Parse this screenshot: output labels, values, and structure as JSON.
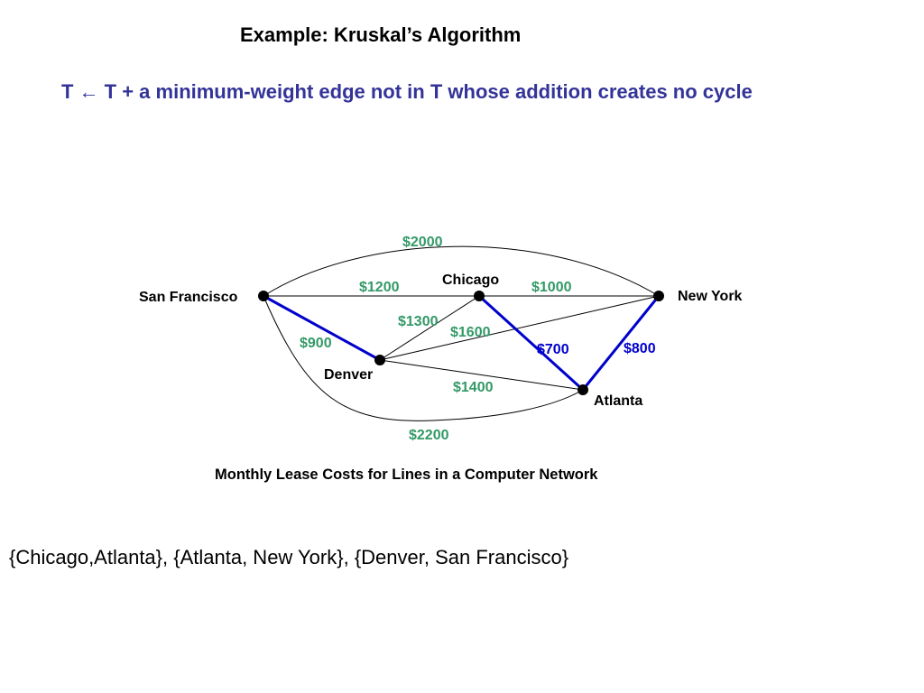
{
  "title": "Example:  Kruskal’s Algorithm",
  "rule": "T ← T + a minimum-weight edge not in T whose addition creates no cycle",
  "caption": "Monthly Lease Costs for Lines in a Computer Network",
  "selected_edges_text": "{Chicago,Atlanta}, {Atlanta, New York}, {Denver, San Francisco}",
  "colors": {
    "title": "#000000",
    "rule": "#333399",
    "weight_unselected": "#339966",
    "weight_selected": "#0000cc",
    "edge_unselected": "#000000",
    "edge_selected": "#0000cc"
  },
  "graph": {
    "nodes": [
      {
        "id": "sf",
        "label": "San Francisco"
      },
      {
        "id": "chicago",
        "label": "Chicago"
      },
      {
        "id": "ny",
        "label": "New York"
      },
      {
        "id": "denver",
        "label": "Denver"
      },
      {
        "id": "atlanta",
        "label": "Atlanta"
      }
    ],
    "edges": [
      {
        "id": "sf-ny",
        "from": "San Francisco",
        "to": "New York",
        "weight": "$2000",
        "selected": false
      },
      {
        "id": "sf-chicago",
        "from": "San Francisco",
        "to": "Chicago",
        "weight": "$1200",
        "selected": false
      },
      {
        "id": "chicago-ny",
        "from": "Chicago",
        "to": "New York",
        "weight": "$1000",
        "selected": false
      },
      {
        "id": "denver-chicago",
        "from": "Denver",
        "to": "Chicago",
        "weight": "$1300",
        "selected": false
      },
      {
        "id": "denver-ny",
        "from": "Denver",
        "to": "New York",
        "weight": "$1600",
        "selected": false
      },
      {
        "id": "sf-denver",
        "from": "San Francisco",
        "to": "Denver",
        "weight": "$900",
        "selected": true
      },
      {
        "id": "chicago-atlanta",
        "from": "Chicago",
        "to": "Atlanta",
        "weight": "$700",
        "selected": true
      },
      {
        "id": "atlanta-ny",
        "from": "Atlanta",
        "to": "New York",
        "weight": "$800",
        "selected": true
      },
      {
        "id": "denver-atlanta",
        "from": "Denver",
        "to": "Atlanta",
        "weight": "$1400",
        "selected": false
      },
      {
        "id": "sf-atlanta",
        "from": "San Francisco",
        "to": "Atlanta",
        "weight": "$2200",
        "selected": false
      }
    ]
  }
}
